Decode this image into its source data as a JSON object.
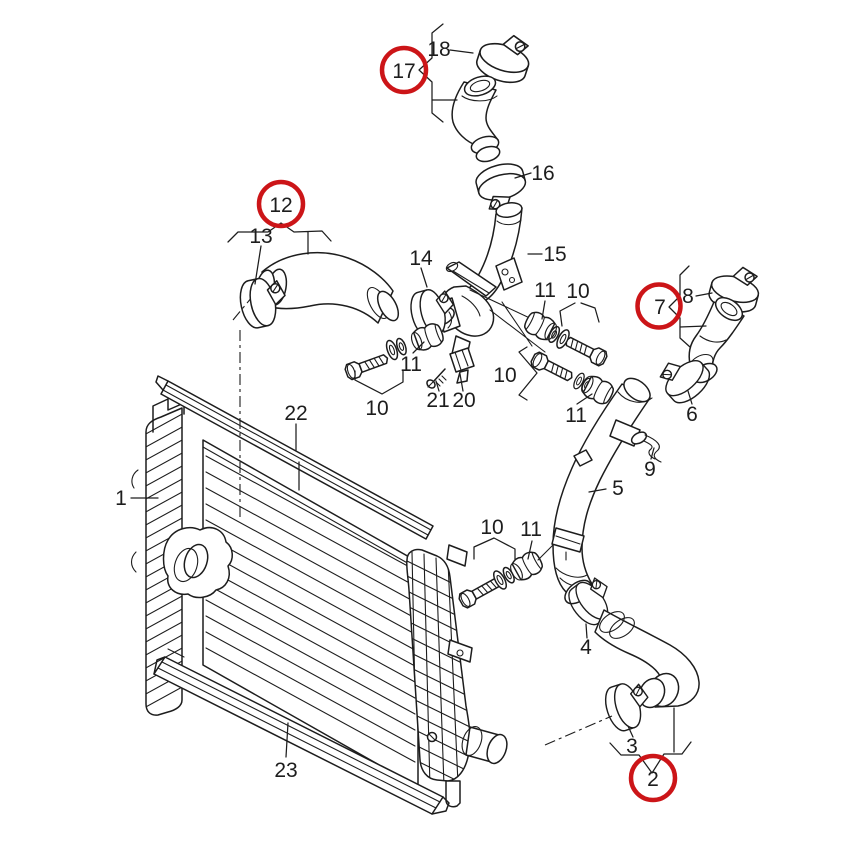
{
  "meta": {
    "diagram_type": "exploded-parts-diagram",
    "subject": "intercooler and charge air hoses with clamps, pipes and fasteners"
  },
  "colors": {
    "line": "#1d1d1d",
    "highlight": "#cc1518",
    "background": "#ffffff"
  },
  "callouts": [
    {
      "id": "part-1",
      "text": "1",
      "circled": false
    },
    {
      "id": "part-22",
      "text": "22",
      "circled": false
    },
    {
      "id": "part-23",
      "text": "23",
      "circled": false
    },
    {
      "id": "part-12",
      "text": "12",
      "circled": true
    },
    {
      "id": "part-13",
      "text": "13",
      "circled": false
    },
    {
      "id": "part-14",
      "text": "14",
      "circled": false
    },
    {
      "id": "part-17",
      "text": "17",
      "circled": true
    },
    {
      "id": "part-18",
      "text": "18",
      "circled": false
    },
    {
      "id": "part-16",
      "text": "16",
      "circled": false
    },
    {
      "id": "part-15",
      "text": "15",
      "circled": false
    },
    {
      "id": "part-11-a",
      "text": "11",
      "circled": false
    },
    {
      "id": "part-10-a",
      "text": "10",
      "circled": false
    },
    {
      "id": "part-10-b",
      "text": "10",
      "circled": false
    },
    {
      "id": "part-11-b",
      "text": "11",
      "circled": false
    },
    {
      "id": "part-11-c",
      "text": "11",
      "circled": false
    },
    {
      "id": "part-10-c",
      "text": "10",
      "circled": false
    },
    {
      "id": "part-21",
      "text": "21",
      "circled": false
    },
    {
      "id": "part-20",
      "text": "20",
      "circled": false
    },
    {
      "id": "part-7",
      "text": "7",
      "circled": true
    },
    {
      "id": "part-8",
      "text": "8",
      "circled": false
    },
    {
      "id": "part-6",
      "text": "6",
      "circled": false
    },
    {
      "id": "part-9",
      "text": "9",
      "circled": false
    },
    {
      "id": "part-5",
      "text": "5",
      "circled": false
    },
    {
      "id": "part-10-d",
      "text": "10",
      "circled": false
    },
    {
      "id": "part-11-d",
      "text": "11",
      "circled": false
    },
    {
      "id": "part-4",
      "text": "4",
      "circled": false
    },
    {
      "id": "part-3",
      "text": "3",
      "circled": false
    },
    {
      "id": "part-2",
      "text": "2",
      "circled": true
    }
  ]
}
